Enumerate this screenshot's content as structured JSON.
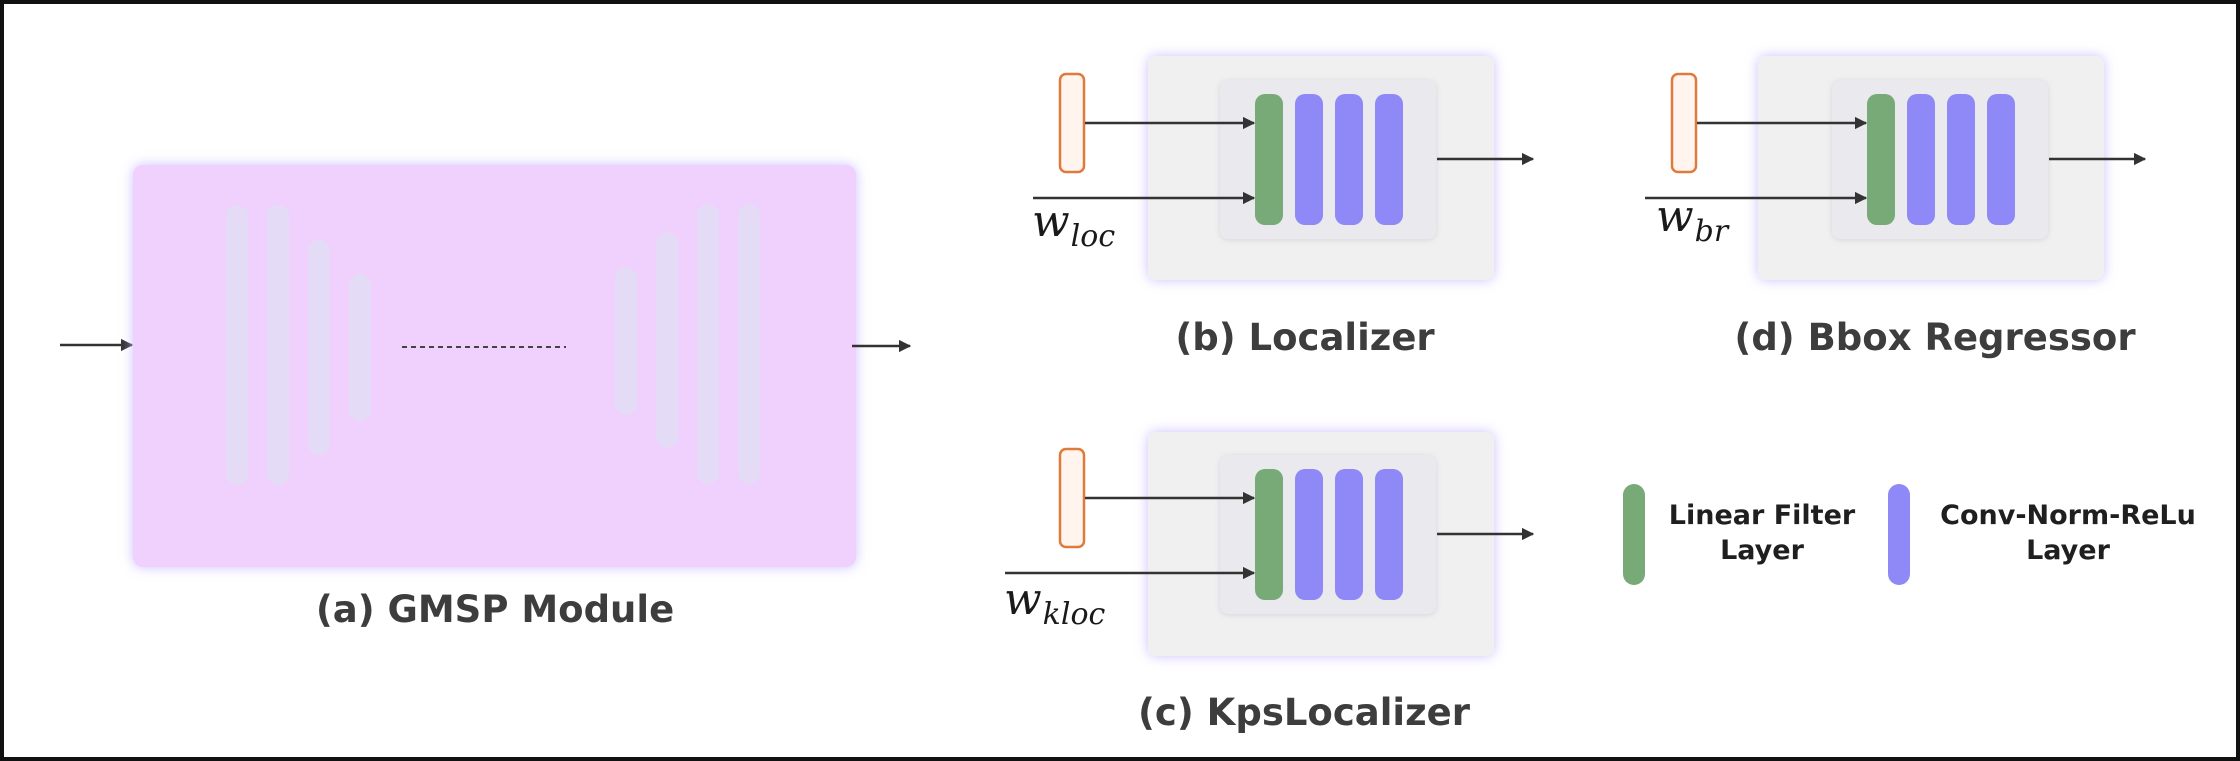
{
  "colors": {
    "gmsp_fill": "#f0d0fc",
    "gmsp_bars": "#e4dcf6",
    "panel_gray": "#f0f0f0",
    "linear_filter": "#77aa77",
    "conv_norm_relu": "#8f88f7",
    "input_vector_border": "#e07a3c",
    "arrow": "#333333"
  },
  "panels": {
    "gmsp": {
      "caption": "(a) GMSP Module"
    },
    "localizer": {
      "caption": "(b) Localizer",
      "weight": {
        "symbol": "w",
        "subscript": "loc"
      }
    },
    "kps_localizer": {
      "caption": "(c) KpsLocalizer",
      "weight": {
        "symbol": "w",
        "subscript": "kloc"
      }
    },
    "bbox_regressor": {
      "caption": "(d) Bbox Regressor",
      "weight": {
        "symbol": "w",
        "subscript": "br"
      }
    }
  },
  "legend": {
    "linear_filter": {
      "line1": "Linear Filter",
      "line2": "Layer",
      "icon": "green-layer-bar"
    },
    "conv_norm_relu": {
      "line1": "Conv-Norm-ReLu",
      "line2": "Layer",
      "icon": "purple-layer-bar"
    }
  }
}
